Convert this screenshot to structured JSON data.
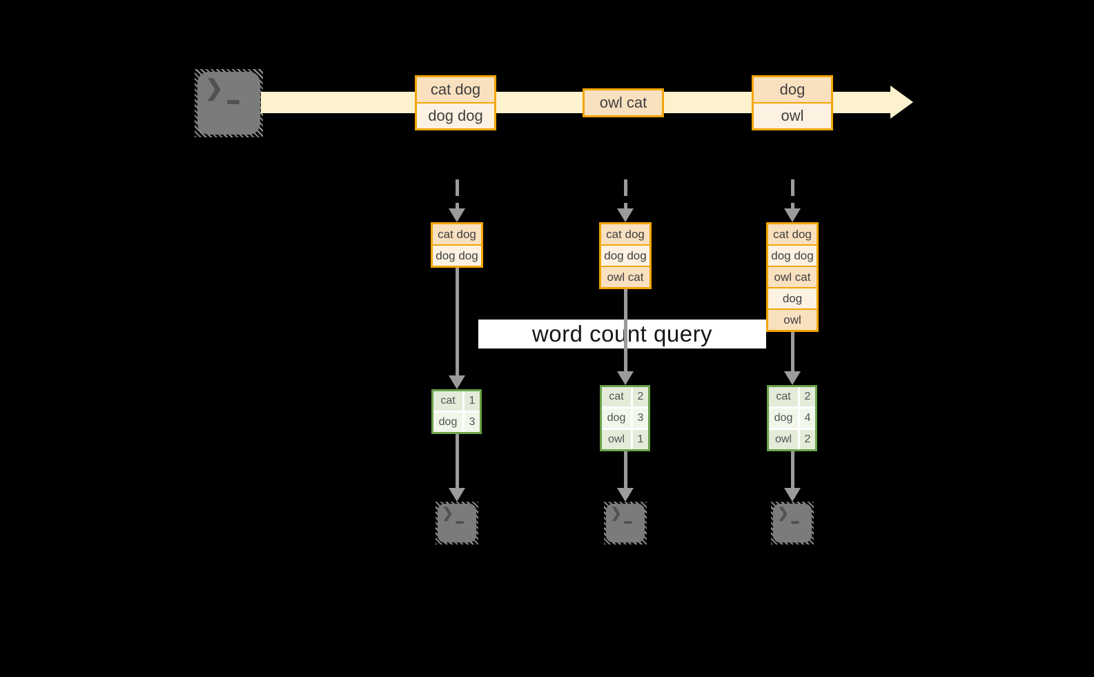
{
  "colors": {
    "background": "#000000",
    "stream_band": "#FCF3CE",
    "record_border": "#F2A505",
    "record_fill_dark": "#F9E0BF",
    "record_fill_light": "#FDF2E1",
    "table_border": "#6BA24B",
    "table_fill_dark": "#E4ECD9",
    "table_fill_light": "#F1F6EB",
    "arrow": "#9B9B9B",
    "query_band": "#FFFFFF"
  },
  "icons": {
    "source": "terminal-icon",
    "sinks": [
      "terminal-icon",
      "terminal-icon",
      "terminal-icon"
    ]
  },
  "stream": {
    "records": [
      {
        "cells": [
          "cat dog",
          "dog dog"
        ]
      },
      {
        "cells": [
          "owl cat"
        ]
      },
      {
        "cells": [
          "dog",
          "owl"
        ]
      }
    ]
  },
  "states": [
    {
      "cells": [
        "cat dog",
        "dog dog"
      ]
    },
    {
      "cells": [
        "cat dog",
        "dog dog",
        "owl cat"
      ]
    },
    {
      "cells": [
        "cat dog",
        "dog dog",
        "owl cat",
        "dog",
        "owl"
      ]
    }
  ],
  "query": {
    "label": "word count query"
  },
  "counts": [
    {
      "rows": [
        {
          "word": "cat",
          "count": "1"
        },
        {
          "word": "dog",
          "count": "3"
        }
      ]
    },
    {
      "rows": [
        {
          "word": "cat",
          "count": "2"
        },
        {
          "word": "dog",
          "count": "3"
        },
        {
          "word": "owl",
          "count": "1"
        }
      ]
    },
    {
      "rows": [
        {
          "word": "cat",
          "count": "2"
        },
        {
          "word": "dog",
          "count": "4"
        },
        {
          "word": "owl",
          "count": "2"
        }
      ]
    }
  ]
}
